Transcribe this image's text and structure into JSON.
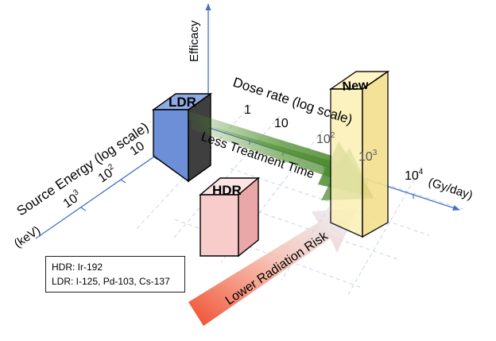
{
  "axes": {
    "efficacy": "Efficacy",
    "dose_rate": "Dose rate (log scale)",
    "dose_rate_unit": "(Gy/day)",
    "source_energy": "Source Energy (log scale)",
    "source_energy_unit": "(keV)"
  },
  "dose_rate_ticks": [
    {
      "base": "1",
      "exp": ""
    },
    {
      "base": "10",
      "exp": ""
    },
    {
      "base": "10",
      "exp": "2"
    },
    {
      "base": "10",
      "exp": "3"
    },
    {
      "base": "10",
      "exp": "4"
    }
  ],
  "energy_ticks": [
    {
      "base": "10",
      "exp": ""
    },
    {
      "base": "10",
      "exp": "2"
    },
    {
      "base": "10",
      "exp": "3"
    }
  ],
  "boxes": {
    "ldr": "LDR",
    "hdr": "HDR",
    "new": "New"
  },
  "arrows": {
    "less_time": "Less Treatment Time",
    "lower_risk": "Lower Radiation Risk"
  },
  "legend": {
    "hdr_line": "HDR: Ir-192",
    "ldr_line": "LDR: I-125, Pd-103, Cs-137"
  },
  "colors": {
    "axis": "#4472c4",
    "ldr": "#6d8fd8",
    "hdr": "#f9cccc",
    "new": "#fbf0b4"
  }
}
